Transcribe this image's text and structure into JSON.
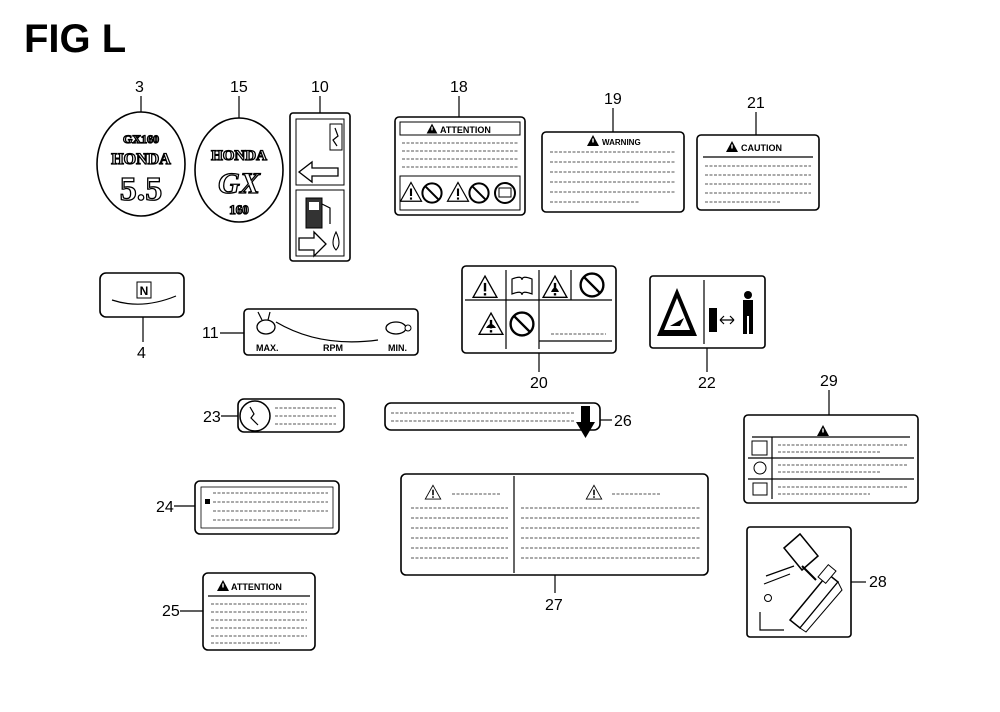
{
  "figure": {
    "title": "FIG L"
  },
  "callouts": {
    "c3": "3",
    "c4": "4",
    "c10": "10",
    "c11": "11",
    "c15": "15",
    "c18": "18",
    "c19": "19",
    "c20": "20",
    "c21": "21",
    "c22": "22",
    "c23": "23",
    "c24": "24",
    "c25": "25",
    "c26": "26",
    "c27": "27",
    "c28": "28",
    "c29": "29"
  },
  "labels": {
    "emblem3": {
      "model": "GX160",
      "brand": "HONDA",
      "hp": "5.5"
    },
    "emblem15": {
      "brand": "HONDA",
      "series": "GX",
      "sub": "160"
    },
    "label18": {
      "heading": "ATTENTION"
    },
    "label19": {
      "heading": "WARNING"
    },
    "label21": {
      "heading": "CAUTION"
    },
    "label25": {
      "heading": "ATTENTION"
    },
    "label11": {
      "max": "MAX.",
      "rpm": "RPM",
      "min": "MIN."
    },
    "label4": {
      "mark": "N"
    }
  },
  "icons": {
    "warning": "warning-triangle-icon",
    "no": "prohibition-circle-icon",
    "manual": "book-icon",
    "fire": "fire-hazard-icon",
    "rabbit": "rabbit-icon",
    "turtle": "turtle-icon",
    "fuel": "fuel-pump-icon",
    "arrow": "arrow-icon",
    "person": "person-icon",
    "pour": "fuel-can-pour-icon"
  }
}
